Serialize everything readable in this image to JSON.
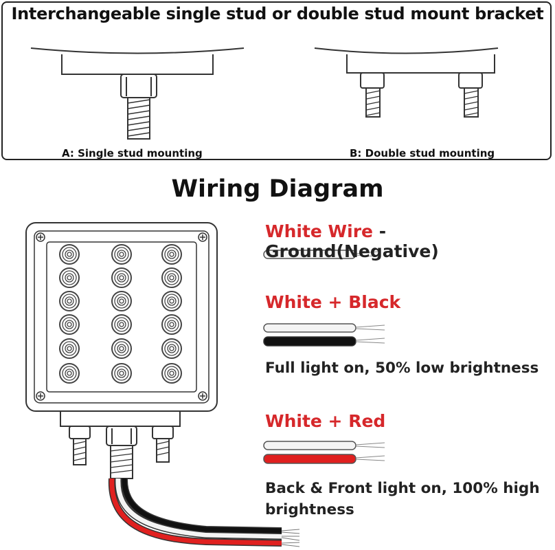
{
  "top_title": "Interchangeable single stud or double stud mount bracket",
  "single_caption": "A: Single stud mounting",
  "double_caption": "B: Double stud mounting",
  "wiring_title": "Wiring Diagram",
  "wire1": {
    "color_label": "White Wire",
    "rest": " - Ground(Negative)"
  },
  "wire2": {
    "label": "White + Black",
    "desc": "Full light on, 50% low brightness"
  },
  "wire3": {
    "label": "White + Red",
    "desc": "Back & Front light on, 100% high brightness"
  },
  "colors": {
    "accent_red": "#d6282b",
    "wire_black": "#111111",
    "wire_red": "#e0201f",
    "wire_white": "#f4f4f4"
  },
  "led_rows": 6,
  "led_columns": 3
}
